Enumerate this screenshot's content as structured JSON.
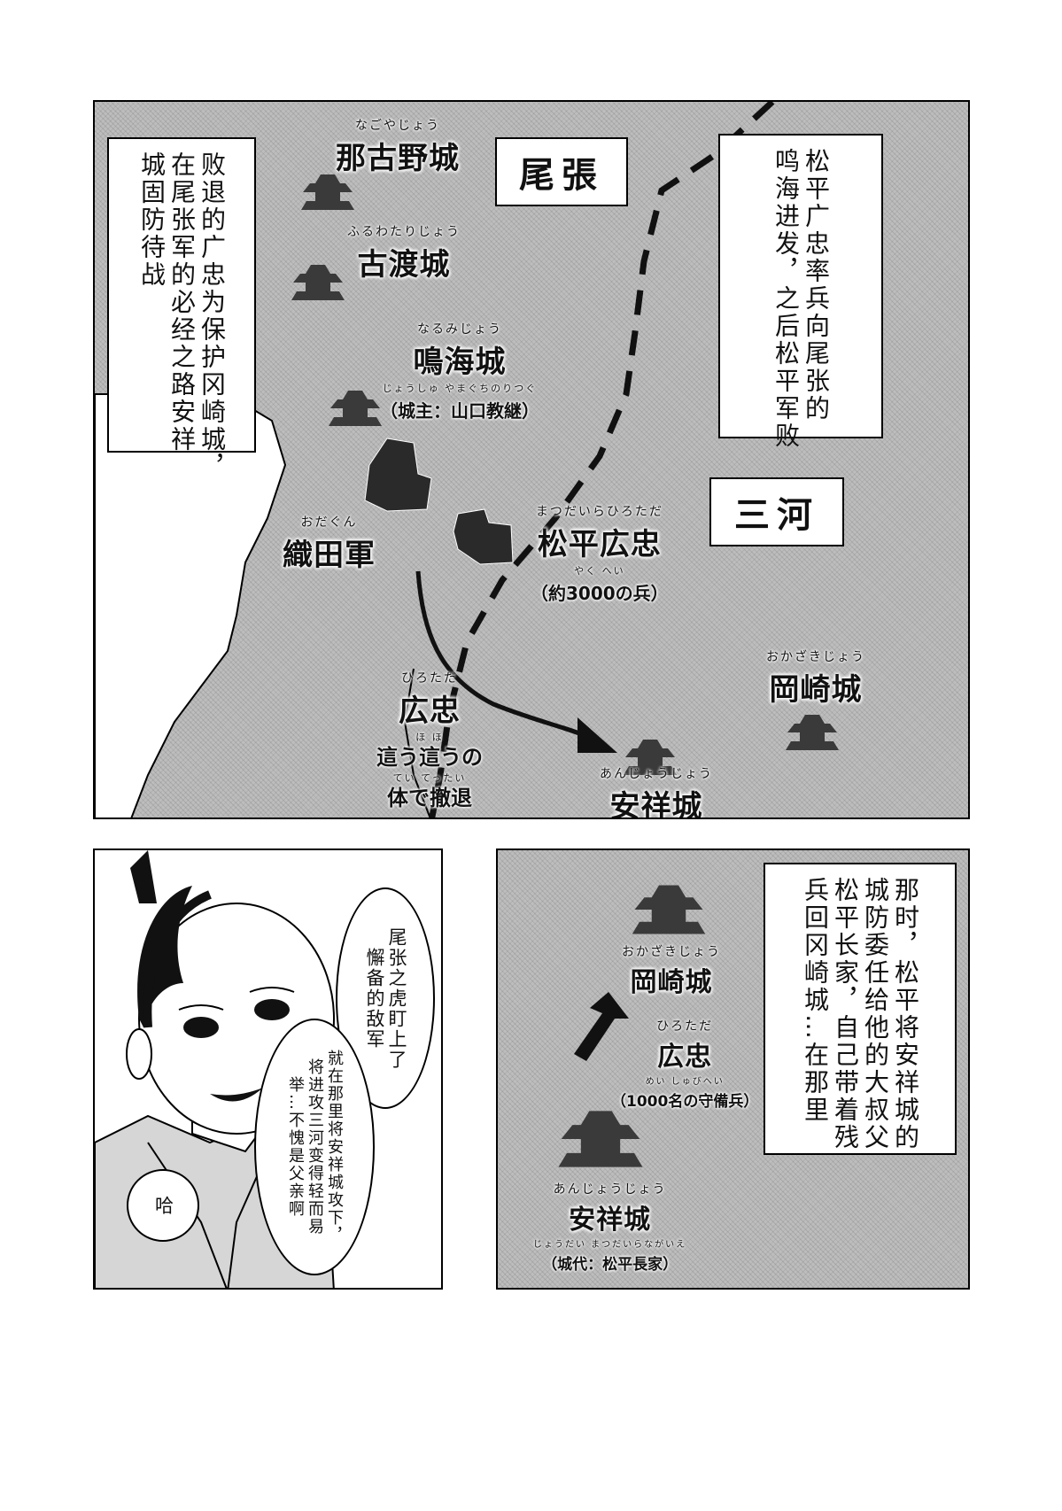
{
  "top_panel": {
    "caption_left": [
      "败退的广忠为保护冈崎城，",
      "在尾张军的必经之路安祥",
      "城固防待战"
    ],
    "caption_right": [
      "松平广忠率兵向尾张的",
      "鸣海进发，之后松平军败"
    ],
    "provinces": {
      "owari": "尾張",
      "mikawa": "三河"
    },
    "labels": {
      "nagoya": {
        "ruby": "なごやじょう",
        "name": "那古野城"
      },
      "furuwatari": {
        "ruby": "ふるわたりじょう",
        "name": "古渡城"
      },
      "narumi": {
        "ruby": "なるみじょう",
        "name": "鳴海城",
        "sub_ruby": "じょうしゅ やまぐちのりつぐ",
        "sub": "（城主：山口教継）"
      },
      "oda": {
        "ruby": "おだぐん",
        "name": "織田軍"
      },
      "matsudaira": {
        "ruby": "まつだいらひろただ",
        "name": "松平広忠",
        "sub_ruby": "やく へい",
        "sub": "（約3000の兵）"
      },
      "hirotada": {
        "ruby": "ひろただ",
        "name": "広忠",
        "sub_ruby_1": "ほ ほ",
        "sub_1": "這う這うの",
        "sub_ruby_2": "てい てったい",
        "sub_2": "体で撤退"
      },
      "okazaki": {
        "ruby": "おかざきじょう",
        "name": "岡崎城"
      },
      "anjo": {
        "ruby": "あんじょうじょう",
        "name": "安祥城"
      }
    }
  },
  "bottom_left_panel": {
    "bubble_top": [
      "尾张之虎盯上了",
      "懈备的敌军"
    ],
    "bubble_mid": [
      "就在那里将安祥城攻下，",
      "将进攻三河变得轻而易",
      "举…不愧是父亲啊"
    ],
    "bubble_small": "哈"
  },
  "bottom_right_panel": {
    "caption": [
      "那时，松平将安祥城的",
      "城防委任给他的大叔父",
      "松平长家，自己带着残",
      "兵回冈崎城…在那里"
    ],
    "labels": {
      "okazaki": {
        "ruby": "おかざきじょう",
        "name": "岡崎城"
      },
      "hirotada": {
        "ruby": "ひろただ",
        "name": "広忠",
        "sub_ruby": "めい しゅびへい",
        "sub": "（1000名の守備兵）"
      },
      "anjo": {
        "ruby": "あんじょうじょう",
        "name": "安祥城",
        "sub_ruby": "じょうだい まつだいらながいえ",
        "sub": "（城代：松平長家）"
      }
    }
  },
  "colors": {
    "screentone": "#bdbdbd",
    "ink": "#111111",
    "paper": "#ffffff",
    "castle": "#3a3a3a"
  }
}
